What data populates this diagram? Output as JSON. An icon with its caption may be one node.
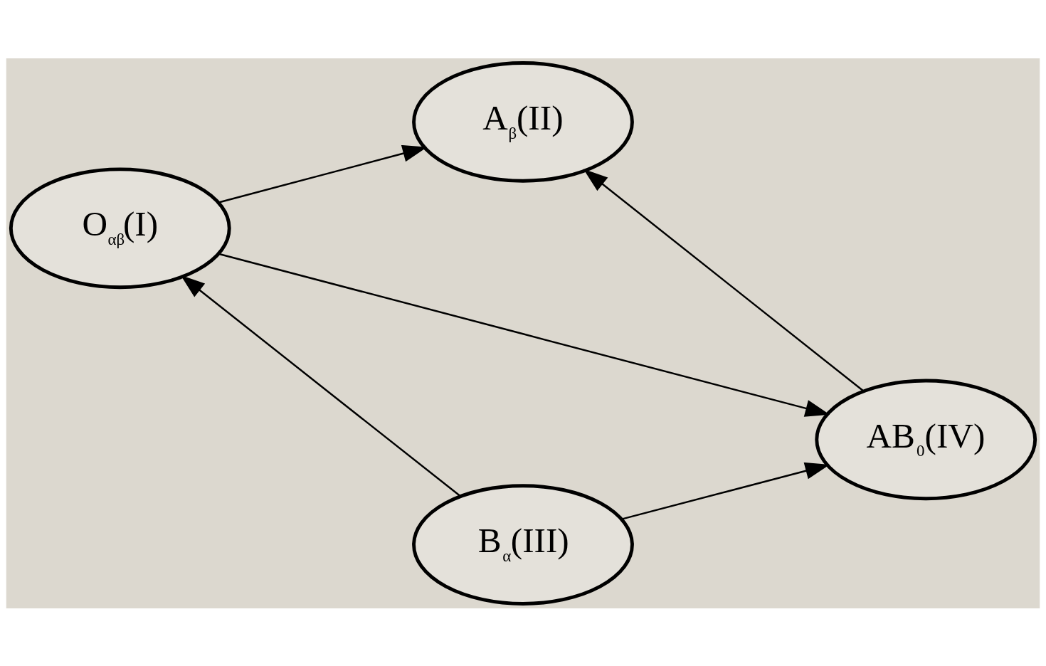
{
  "diagram": {
    "nodes": [
      {
        "text": [
          "A$_{β}$(II)"
        ]
      },
      {
        "text": [
          "O$_{αβ}$(I)"
        ]
      },
      {
        "text": [
          "AB$_{0}$(IV)"
        ]
      },
      {
        "text": [
          "B$_{α}$(III)"
        ]
      }
    ],
    "edges": [
      {
        "from": 1,
        "to": 0,
        "arrow": "to"
      },
      {
        "from": 2,
        "to": 0,
        "arrow": "to"
      },
      {
        "from": 1,
        "to": 2,
        "arrow": "to"
      },
      {
        "from": 3,
        "to": 1,
        "arrow": "to"
      },
      {
        "from": 3,
        "to": 2,
        "arrow": "to"
      }
    ]
  }
}
